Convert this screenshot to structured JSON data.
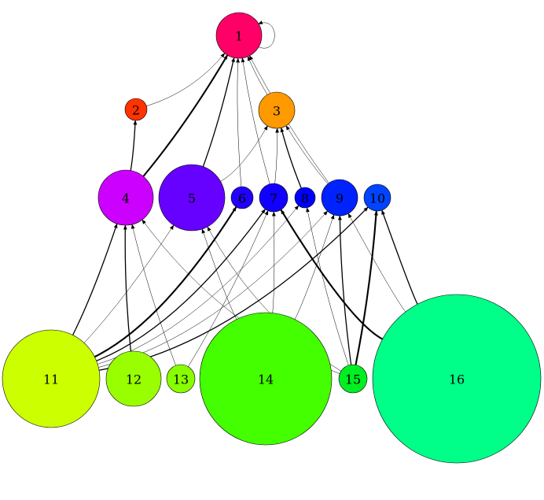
{
  "nodes": [
    {
      "id": "1",
      "label": "1",
      "color": "#ff0066"
    },
    {
      "id": "2",
      "label": "2",
      "color": "#ff3300"
    },
    {
      "id": "3",
      "label": "3",
      "color": "#ff9900"
    },
    {
      "id": "4",
      "label": "4",
      "color": "#cc00ff"
    },
    {
      "id": "5",
      "label": "5",
      "color": "#6600ff"
    },
    {
      "id": "6",
      "label": "6",
      "color": "#2200ff"
    },
    {
      "id": "7",
      "label": "7",
      "color": "#1100ff"
    },
    {
      "id": "8",
      "label": "8",
      "color": "#0000ff"
    },
    {
      "id": "9",
      "label": "9",
      "color": "#0022ff"
    },
    {
      "id": "10",
      "label": "10",
      "color": "#0044ff"
    },
    {
      "id": "11",
      "label": "11",
      "color": "#ccff00"
    },
    {
      "id": "12",
      "label": "12",
      "color": "#99ff00"
    },
    {
      "id": "13",
      "label": "13",
      "color": "#88ff00"
    },
    {
      "id": "14",
      "label": "14",
      "color": "#44ff00"
    },
    {
      "id": "15",
      "label": "15",
      "color": "#00ee22"
    },
    {
      "id": "16",
      "label": "16",
      "color": "#00ff88"
    }
  ],
  "edges": [
    {
      "from": "1",
      "to": "1",
      "weight": 1
    },
    {
      "from": "2",
      "to": "1",
      "weight": 1
    },
    {
      "from": "3",
      "to": "1",
      "weight": 1
    },
    {
      "from": "4",
      "to": "1",
      "weight": 3
    },
    {
      "from": "5",
      "to": "1",
      "weight": 2
    },
    {
      "from": "6",
      "to": "1",
      "weight": 1
    },
    {
      "from": "7",
      "to": "1",
      "weight": 1
    },
    {
      "from": "9",
      "to": "1",
      "weight": 1
    },
    {
      "from": "4",
      "to": "2",
      "weight": 2
    },
    {
      "from": "5",
      "to": "3",
      "weight": 1
    },
    {
      "from": "7",
      "to": "3",
      "weight": 1
    },
    {
      "from": "8",
      "to": "3",
      "weight": 2
    },
    {
      "from": "9",
      "to": "3",
      "weight": 1
    },
    {
      "from": "11",
      "to": "4",
      "weight": 2
    },
    {
      "from": "11",
      "to": "5",
      "weight": 1
    },
    {
      "from": "11",
      "to": "6",
      "weight": 3
    },
    {
      "from": "11",
      "to": "7",
      "weight": 2
    },
    {
      "from": "11",
      "to": "8",
      "weight": 1
    },
    {
      "from": "11",
      "to": "9",
      "weight": 1
    },
    {
      "from": "11",
      "to": "10",
      "weight": 2
    },
    {
      "from": "12",
      "to": "4",
      "weight": 2
    },
    {
      "from": "13",
      "to": "4",
      "weight": 1
    },
    {
      "from": "13",
      "to": "7",
      "weight": 1
    },
    {
      "from": "14",
      "to": "5",
      "weight": 1
    },
    {
      "from": "14",
      "to": "7",
      "weight": 1
    },
    {
      "from": "14",
      "to": "9",
      "weight": 1
    },
    {
      "from": "15",
      "to": "4",
      "weight": 1
    },
    {
      "from": "15",
      "to": "5",
      "weight": 1
    },
    {
      "from": "15",
      "to": "8",
      "weight": 1
    },
    {
      "from": "15",
      "to": "9",
      "weight": 2
    },
    {
      "from": "15",
      "to": "10",
      "weight": 3
    },
    {
      "from": "16",
      "to": "7",
      "weight": 3
    },
    {
      "from": "16",
      "to": "9",
      "weight": 1
    },
    {
      "from": "16",
      "to": "10",
      "weight": 2
    }
  ]
}
